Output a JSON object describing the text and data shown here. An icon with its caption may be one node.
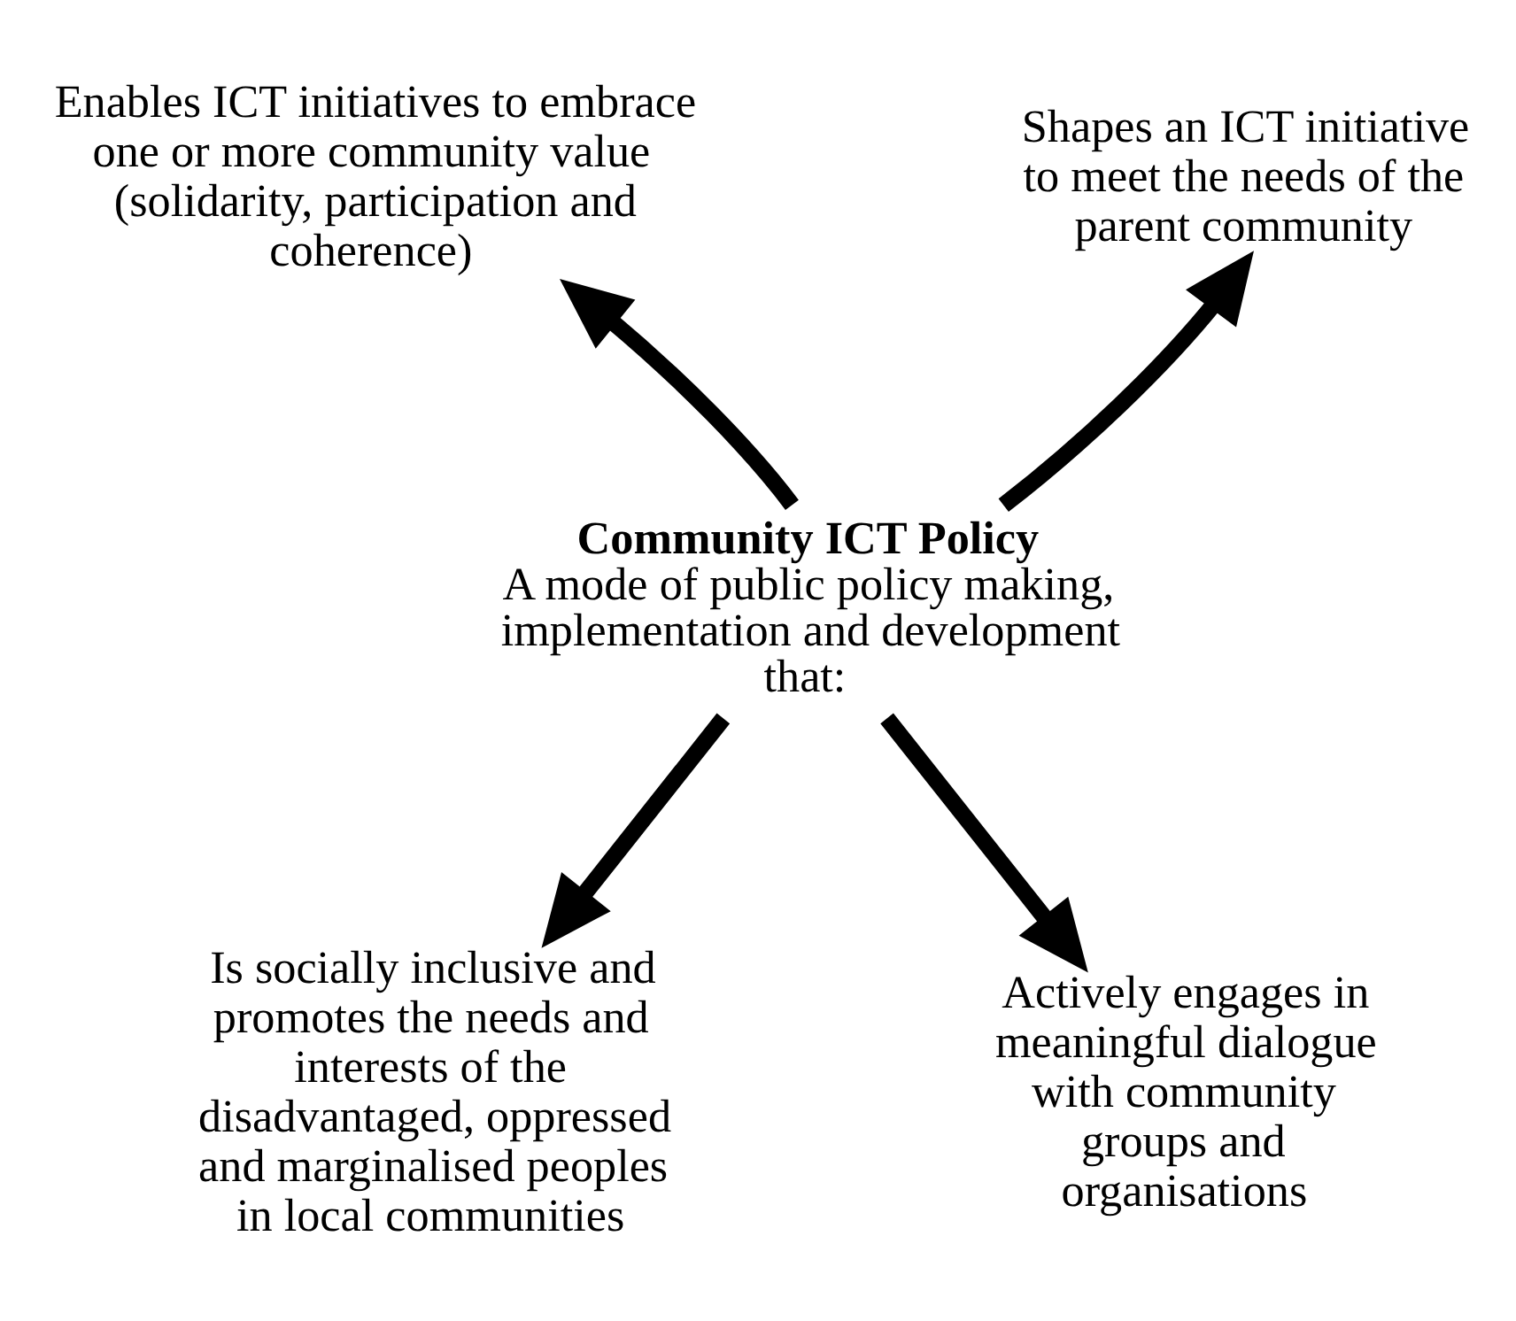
{
  "diagram": {
    "nodes": [
      {
        "text": [
          "Community ICT Policy",
          "A mode of public policy making, implementation and development that:"
        ]
      },
      {
        "text": [
          "Enables ICT initiatives to embrace one or more community value (solidarity, participation and coherence)"
        ]
      },
      {
        "text": [
          "Shapes an ICT initiative to meet the needs of the parent community"
        ]
      },
      {
        "text": [
          "Is socially inclusive and promotes the needs and interests of the disadvantaged, oppressed and marginalised peoples in local communities"
        ]
      },
      {
        "text": [
          "Actively engages in meaningful dialogue with community groups and organisations"
        ]
      }
    ],
    "edges": [
      {
        "from": 0,
        "to": 1,
        "arrow": "to"
      },
      {
        "from": 0,
        "to": 2,
        "arrow": "to"
      },
      {
        "from": 0,
        "to": 3,
        "arrow": "to"
      },
      {
        "from": 0,
        "to": 4,
        "arrow": "to"
      }
    ]
  }
}
